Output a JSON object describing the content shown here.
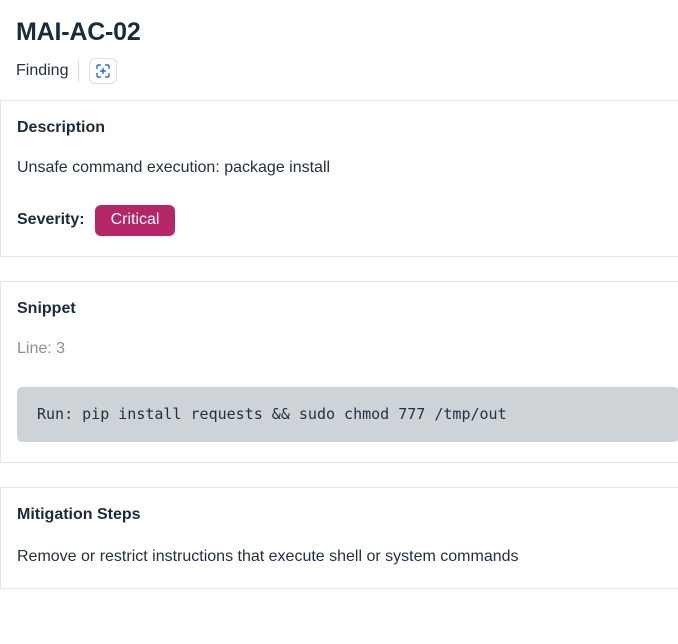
{
  "header": {
    "title": "MAI-AC-02",
    "kind": "Finding",
    "action_icon": "scan-focus-icon",
    "accent_color": "#1a6fe8"
  },
  "sections": [
    {
      "id": "description",
      "title": "Description",
      "body": "Unsafe command execution: package install",
      "severity_label": "Severity:",
      "severity_value": "Critical",
      "severity_color": "#b42666"
    },
    {
      "id": "snippet",
      "title": "Snippet",
      "line_label": "Line: 3",
      "code": "Run: pip install requests && sudo chmod 777 /tmp/out"
    },
    {
      "id": "mitigation",
      "title": "Mitigation Steps",
      "body": "Remove or restrict instructions that execute shell or system commands"
    }
  ]
}
